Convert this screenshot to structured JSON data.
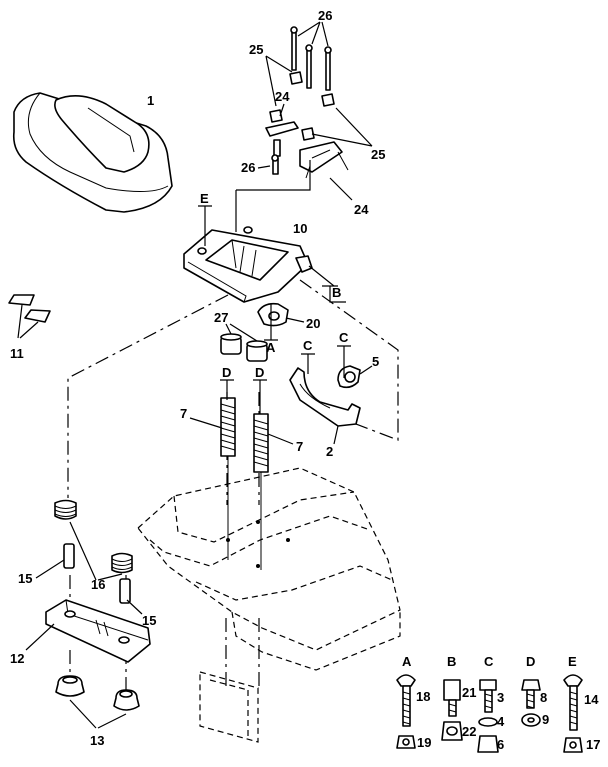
{
  "callouts": {
    "c1": "1",
    "c2": "2",
    "c3": "3",
    "c4": "4",
    "c5": "5",
    "c6": "6",
    "c7a": "7",
    "c7b": "7",
    "c8": "8",
    "c9": "9",
    "c10": "10",
    "c11": "11",
    "c12": "12",
    "c13": "13",
    "c14": "14",
    "c15a": "15",
    "c15b": "15",
    "c16": "16",
    "c17": "17",
    "c18": "18",
    "c19": "19",
    "c20": "20",
    "c21": "21",
    "c22": "22",
    "c24a": "24",
    "c24b": "24",
    "c25a": "25",
    "c25b": "25",
    "c26a": "26",
    "c26b": "26",
    "c27": "27"
  },
  "refs": {
    "E": "E",
    "B": "B",
    "A": "A",
    "C1": "C",
    "C2": "C",
    "D1": "D",
    "D2": "D"
  },
  "legend": {
    "A": "A",
    "B": "B",
    "C": "C",
    "D": "D",
    "E": "E"
  }
}
